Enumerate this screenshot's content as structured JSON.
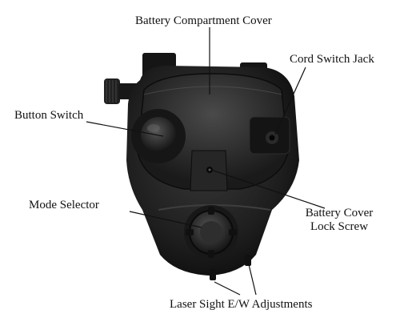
{
  "labels": {
    "battery_cover": "Battery Compartment Cover",
    "cord_switch_jack": "Cord Switch Jack",
    "button_switch": "Button Switch",
    "mode_selector": "Mode Selector",
    "lock_screw_line1": "Battery Cover",
    "lock_screw_line2": "Lock Screw",
    "adjustments": "Laser Sight E/W Adjustments"
  },
  "colors": {
    "body": "#1e1e1e",
    "body_light": "#3a3a3a",
    "background": "#ffffff",
    "text": "#111111",
    "leader_line": "#111111"
  }
}
